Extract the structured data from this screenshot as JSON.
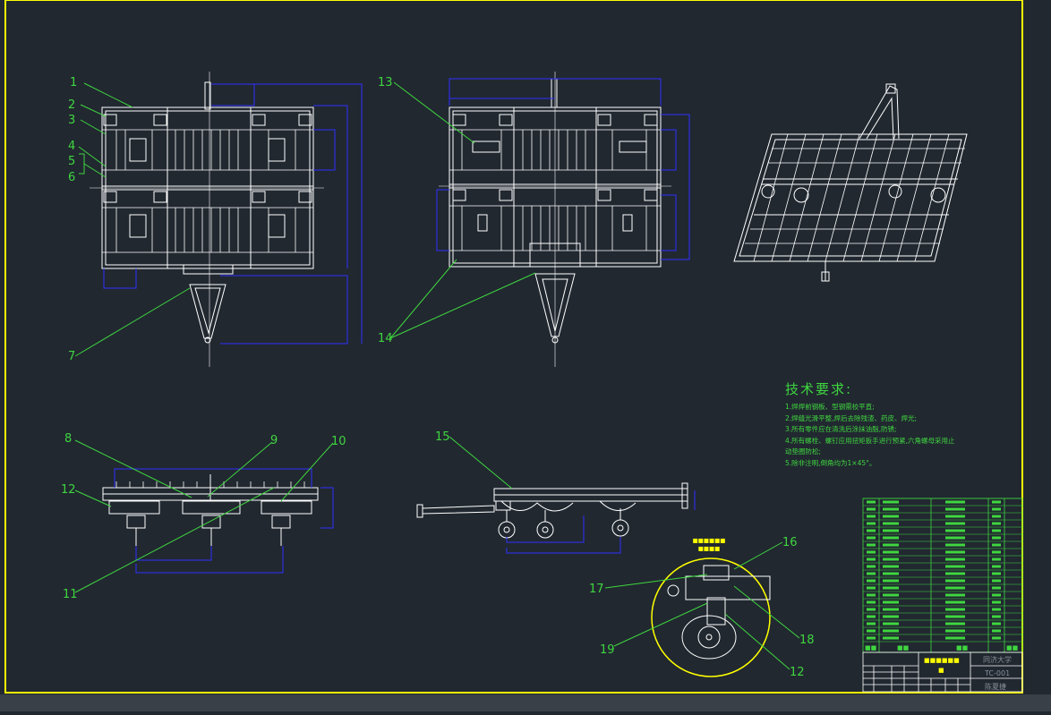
{
  "callouts": {
    "c1": "1",
    "c2": "2",
    "c3": "3",
    "c4": "4",
    "c5": "5",
    "c6": "6",
    "c7": "7",
    "c8": "8",
    "c9": "9",
    "c10": "10",
    "c11": "11",
    "c12": "12",
    "c13": "13",
    "c14": "14",
    "c15": "15",
    "c16": "16",
    "c17": "17",
    "c18": "18",
    "c19": "19",
    "c12b": "12"
  },
  "notes": {
    "title": "技术要求:",
    "lines": [
      "1.焊焊前钢板、型钢需校平直;",
      "2.焊缝光滑平整,焊后去除残渣、药皮、焊光;",
      "3.所有零件应在清洗后涂抹油脂,防锈;",
      "4.所有螺栓、螺钉应用扭矩扳手进行预紧,六角螺母采用止",
      "  动垫圈防松;",
      "5.除非注明,倒角均为1×45°。"
    ]
  },
  "title_block": {
    "school": "同济大学",
    "drawing_no": "TC-001",
    "author": "陈夏捷"
  },
  "colors": {
    "background": "#212830",
    "drawing_lines": "#ffffff",
    "dimension_lines": "#2f2fff",
    "leader_lines": "#3fd63f",
    "border": "#ffff00",
    "detail_circle": "#ffff00",
    "bom": "#3fd63f"
  }
}
